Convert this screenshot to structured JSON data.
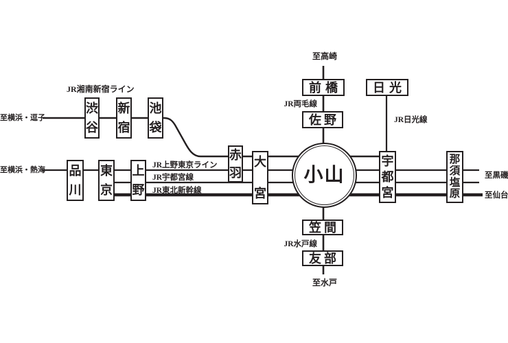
{
  "title": "railway-route-diagram",
  "hub": "小山",
  "lines": {
    "shonan_shinjuku": "JR湘南新宿ライン",
    "ueno_tokyo": "JR上野東京ライン",
    "utsunomiya": "JR宇都宮線",
    "tohoku_shinkansen": "JR東北新幹線",
    "ryomo": "JR両毛線",
    "nikko": "JR日光線",
    "mito": "JR水戸線"
  },
  "stations": {
    "shibuya": "渋谷",
    "shinjuku": "新宿",
    "ikebukuro": "池袋",
    "shinagawa": "品川",
    "tokyo": "東京",
    "ueno": "上野",
    "akabane": "赤羽",
    "omiya": "大宮",
    "maebashi": "前橋",
    "sano": "佐野",
    "nikko": "日光",
    "utsunomiya": "宇都宮",
    "nasushiobara": "那須塩原",
    "kasama": "笠間",
    "tomobe": "友部"
  },
  "destinations": {
    "yokohama_zushi": "至横浜・逗子",
    "yokohama_atami": "至横浜・熱海",
    "takasaki": "至高崎",
    "kuroiso": "至黒磯",
    "sendai": "至仙台",
    "mito": "至水戸"
  },
  "colors": {
    "ink": "#231f20",
    "background": "#ffffff"
  }
}
